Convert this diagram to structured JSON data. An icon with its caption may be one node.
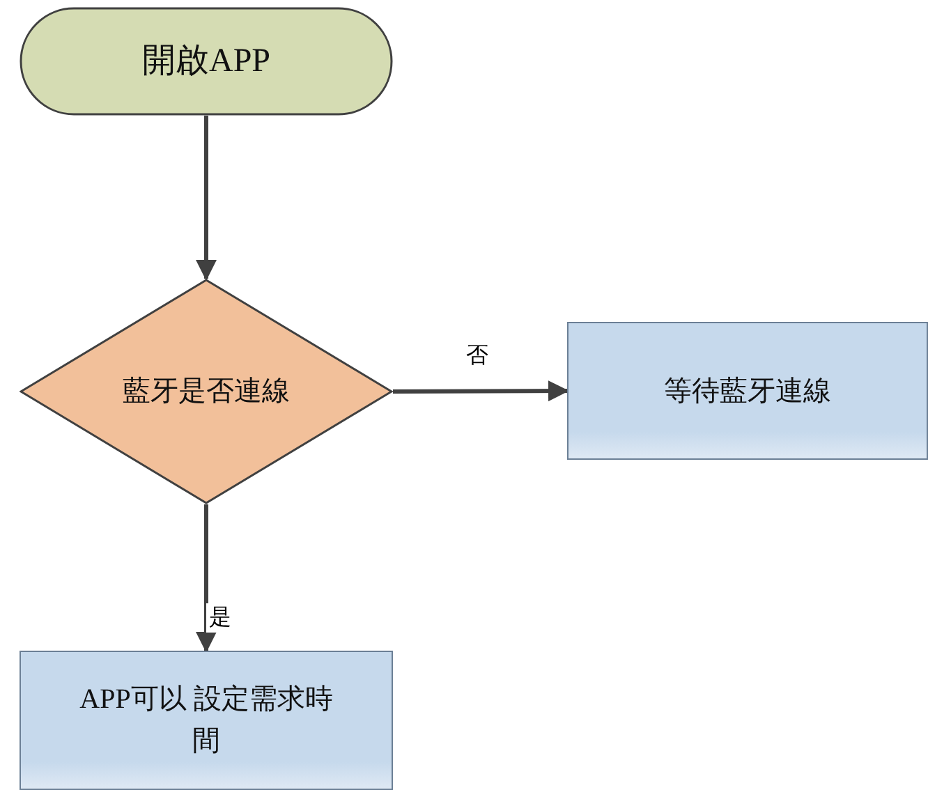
{
  "diagram": {
    "nodes": [
      {
        "text": [
          "開啟APP"
        ]
      },
      {
        "text": [
          "藍牙是否連線"
        ]
      },
      {
        "text": [
          "等待藍牙連線"
        ]
      },
      {
        "text": [
          "APP可以 設定需求時間"
        ]
      }
    ],
    "edges": [
      {
        "from": 0,
        "to": 1,
        "arrow": "to"
      },
      {
        "from": 1,
        "to": 2,
        "arrow": "to",
        "label": "否"
      },
      {
        "from": 1,
        "to": 3,
        "arrow": "to",
        "label": "是"
      }
    ]
  }
}
